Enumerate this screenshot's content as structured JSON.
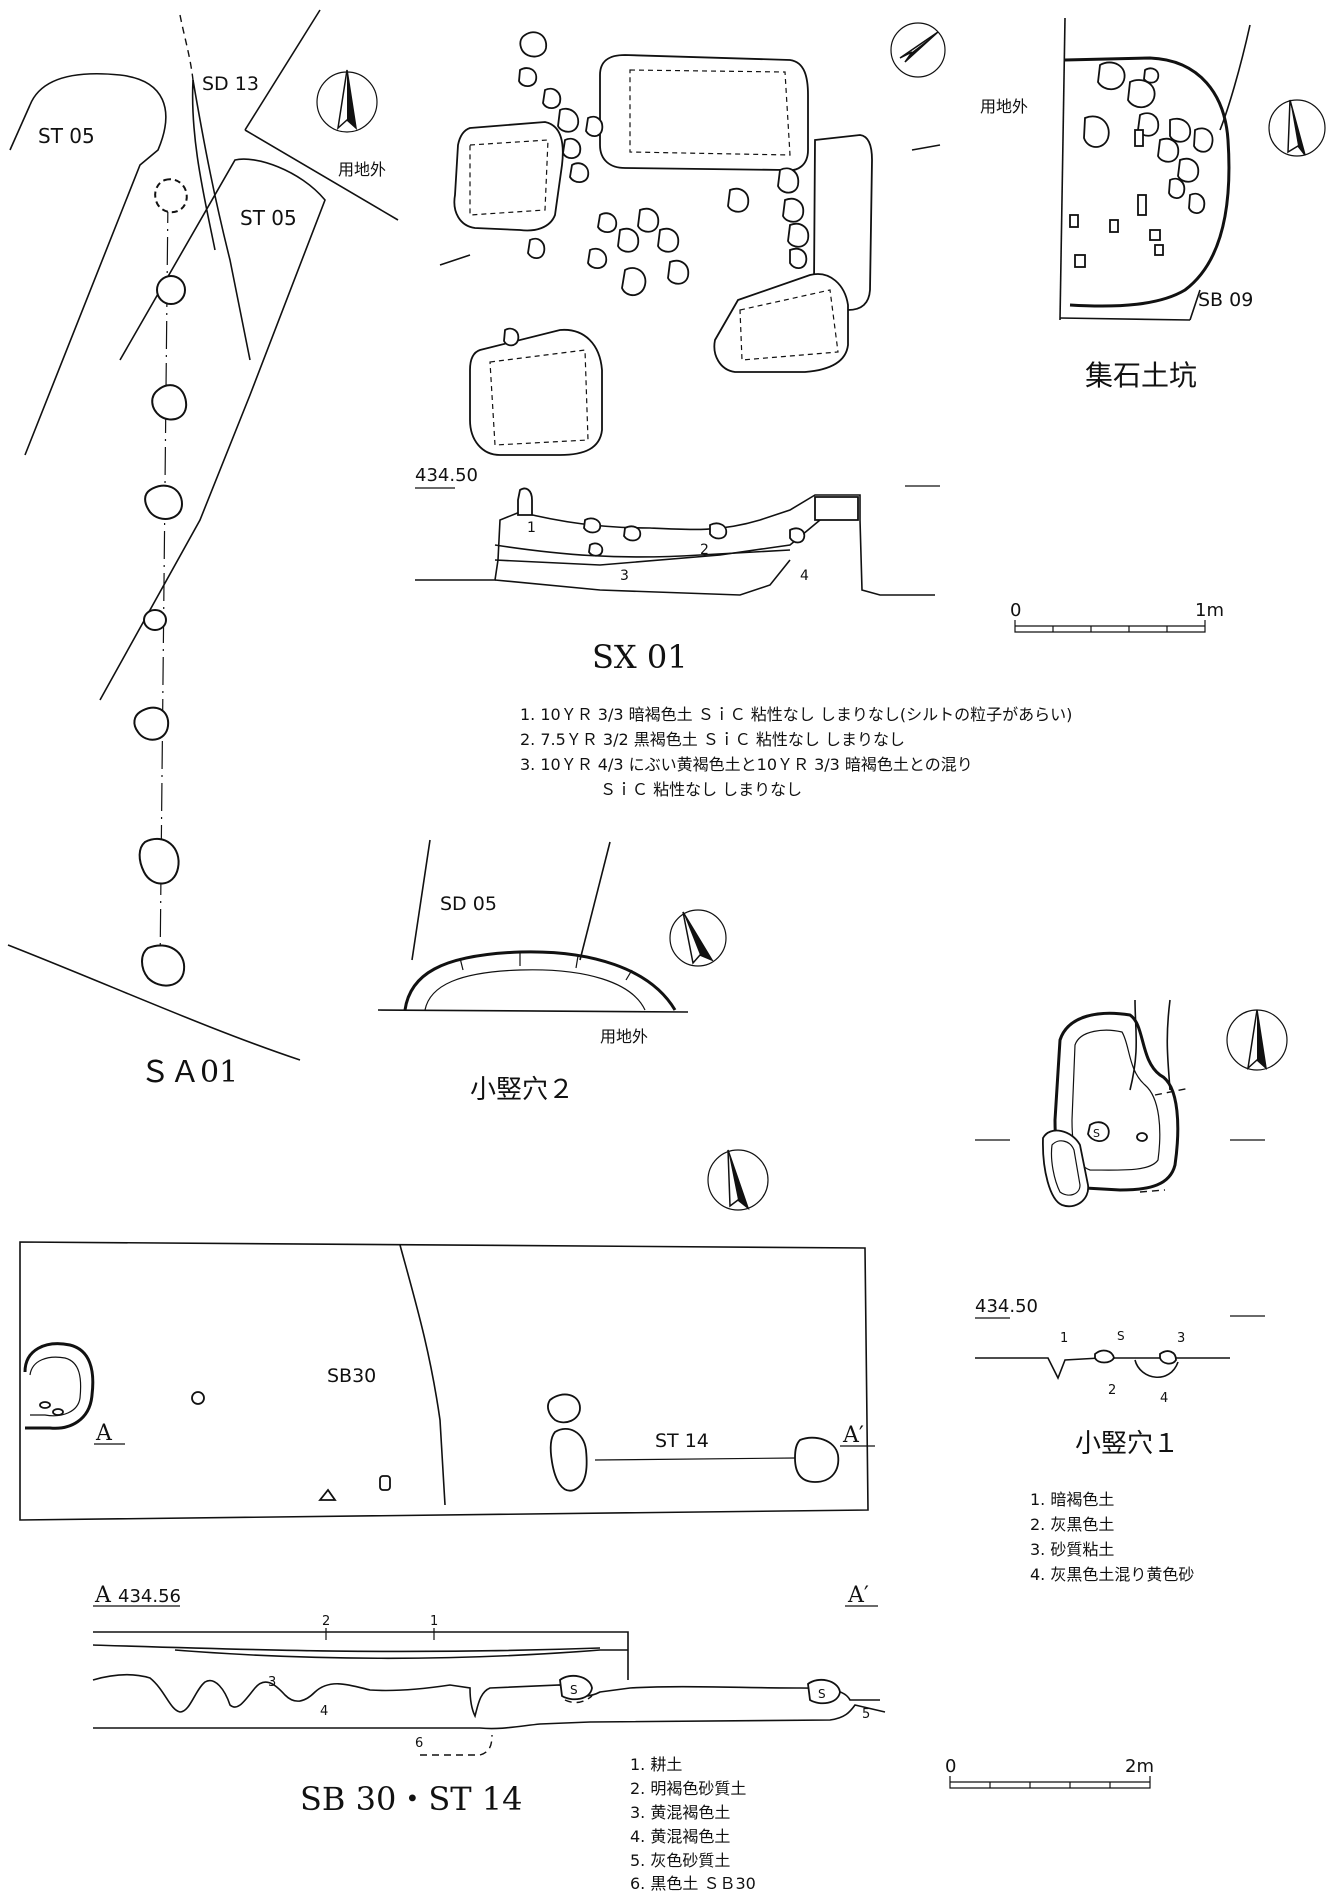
{
  "sa01": {
    "title": "ＳＡ01",
    "label_sd13": "SD 13",
    "label_st05_a": "ST 05",
    "label_st05_b": "ST 05",
    "label_outside": "用地外"
  },
  "sx01": {
    "title": "SX 01",
    "elevation": "434.50",
    "layers": [
      "1",
      "2",
      "3",
      "4"
    ],
    "scale_zero": "0",
    "scale_max": "1m",
    "legend": [
      "1. 10ＹＲ 3/3 暗褐色土 ＳｉＣ 粘性なし しまりなし(シルトの粒子があらい)",
      "2. 7.5ＹＲ 3/2 黒褐色土 ＳｉＣ 粘性なし しまりなし",
      "3. 10ＹＲ 4/3 にぶい黄褐色土と10ＹＲ 3/3 暗褐色土との混り",
      "ＳｉＣ 粘性なし しまりなし"
    ]
  },
  "shuseki": {
    "title": "集石土坑",
    "label_outside": "用地外",
    "label_sb09": "SB 09"
  },
  "koketsu2": {
    "title": "小竪穴２",
    "label_sd05": "SD 05",
    "label_outside": "用地外"
  },
  "koketsu1": {
    "title": "小竪穴１",
    "elevation": "434.50",
    "layers": [
      "1",
      "2",
      "3",
      "4"
    ],
    "stone_mark": "S",
    "legend": [
      "1. 暗褐色土",
      "2. 灰黒色土",
      "3. 砂質粘土",
      "4. 灰黒色土混り黄色砂"
    ]
  },
  "sb30": {
    "title": "SB 30・ST 14",
    "label_sb30": "SB30",
    "label_st14": "ST 14",
    "label_a": "A",
    "label_a_prime": "A′",
    "section_a": "A",
    "section_elev": "434.56",
    "section_a_prime": "A′",
    "layers": [
      "1",
      "2",
      "3",
      "4",
      "5",
      "6"
    ],
    "stone_mark": "S",
    "scale_zero": "0",
    "scale_max": "2m",
    "legend": [
      "1. 耕土",
      "2. 明褐色砂質土",
      "3. 黄混褐色土",
      "4. 黄混褐色土",
      "5. 灰色砂質土",
      "6. 黒色土 ＳＢ30"
    ]
  }
}
